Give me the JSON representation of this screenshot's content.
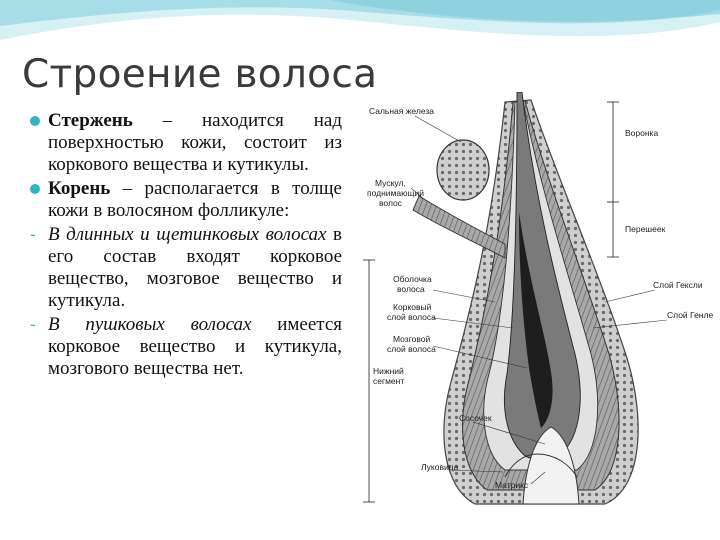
{
  "title": "Строение волоса",
  "items": [
    {
      "term": "Стержень",
      "text": " – находится над поверхностью кожи, состоит из коркового вещества и кутикулы."
    },
    {
      "term": "Корень",
      "text": " – располагается в толще кожи в волосяном фолликуле:"
    },
    {
      "emph": "В длинных и щетинковых волосах",
      "text": " в его состав входят корковое вещество, мозговое вещество и кутикула."
    },
    {
      "emph": "В пушковых волосах",
      "text": " имеется корковое вещество и кутикула, мозгового вещества нет."
    }
  ],
  "diagram": {
    "labels": {
      "gland": "Сальная железа",
      "muscle_1": "Мускул,",
      "muscle_2": "поднимающий",
      "muscle_3": "волос",
      "funnel": "Воронка",
      "isthmus": "Перешеек",
      "sheath_1": "Оболочка",
      "sheath_2": "волоса",
      "cortex_1": "Корковый",
      "cortex_2": "слой волоса",
      "medulla_1": "Мозговой",
      "medulla_2": "слой волоса",
      "henle": "Слой Гексли",
      "huxley": "Слой Генле",
      "lower_1": "Нижний",
      "lower_2": "сегмент",
      "papilla": "Сосочек",
      "bulb": "Луковица",
      "matrix": "Матрикс"
    }
  }
}
